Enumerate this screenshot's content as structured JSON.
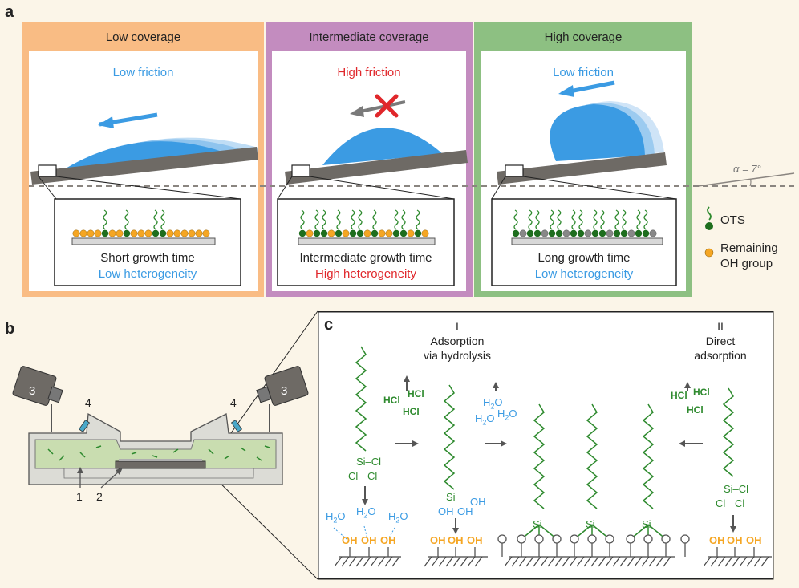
{
  "panel_a": {
    "letter": "a",
    "angle_label": "α = 7°",
    "columns": [
      {
        "title": "Low coverage",
        "friction": "Low friction",
        "growth": "Short growth time",
        "heterogeneity": "Low heterogeneity"
      },
      {
        "title": "Intermediate coverage",
        "friction": "High friction",
        "growth": "Intermediate growth time",
        "heterogeneity": "High heterogeneity"
      },
      {
        "title": "High coverage",
        "friction": "Low friction",
        "growth": "Long growth time",
        "heterogeneity": "Low heterogeneity"
      }
    ],
    "legend": {
      "ots": "OTS",
      "oh_line1": "Remaining",
      "oh_line2": "OH group"
    }
  },
  "panel_b": {
    "letter": "b",
    "labels": [
      "1",
      "2",
      "3",
      "3",
      "4",
      "4"
    ]
  },
  "panel_c": {
    "letter": "c",
    "route1": {
      "numeral": "I",
      "line1": "Adsorption",
      "line2": "via hydrolysis"
    },
    "route2": {
      "numeral": "II",
      "line1": "Direct",
      "line2": "adsorption"
    },
    "hcl": "HCl",
    "h2o_h": "H",
    "h2o_2": "2",
    "h2o_o": "O",
    "si": "Si",
    "cl": "Cl",
    "oh": "OH",
    "o": "O"
  },
  "colors": {
    "low_border": "#F9BC84",
    "mid_border": "#C38CBF",
    "high_border": "#8DC082",
    "blue": "#3B9BE3",
    "red": "#E0272B",
    "green": "#2E8A2E",
    "orange": "#F5A623",
    "gray": "#6E6A65",
    "bg": "#FBF5E8"
  }
}
